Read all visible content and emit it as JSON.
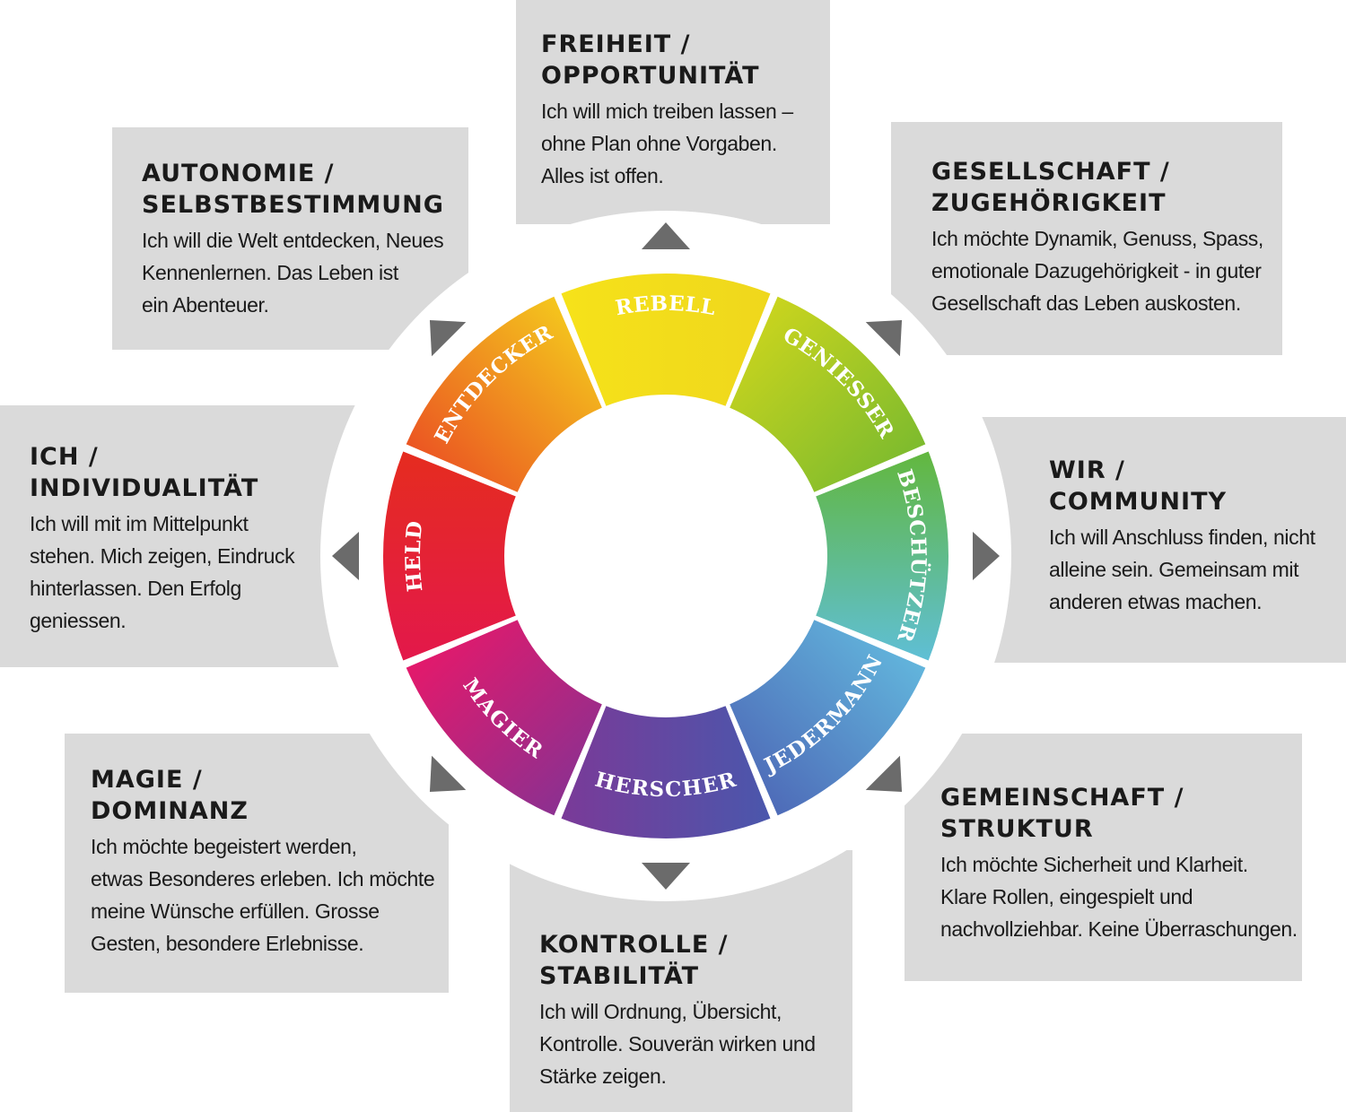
{
  "boxes": {
    "freiheit": {
      "title": [
        "FREIHEIT /",
        "OPPORTUNITÄT"
      ],
      "text": [
        "Ich will mich treiben lassen –",
        "ohne Plan ohne Vorgaben.",
        "Alles ist offen."
      ]
    },
    "autonomie": {
      "title": [
        "AUTONOMIE  /",
        "SELBSTBESTIMMUNG"
      ],
      "text": [
        "Ich will die Welt entdecken, Neues",
        "Kennenlernen. Das Leben ist",
        "ein Abenteuer."
      ]
    },
    "gesellschaft": {
      "title": [
        "GESELLSCHAFT /",
        "ZUGEHÖRIGKEIT"
      ],
      "text": [
        "Ich möchte Dynamik, Genuss, Spass,",
        "emotionale Dazugehörigkeit - in guter",
        "Gesellschaft das Leben auskosten."
      ]
    },
    "ich": {
      "title": [
        "ICH /",
        "INDIVIDUALITÄT"
      ],
      "text": [
        "Ich will mit im Mittelpunkt",
        "stehen. Mich zeigen, Eindruck",
        "hinterlassen. Den Erfolg",
        "geniessen."
      ]
    },
    "wir": {
      "title": [
        "WIR /",
        "COMMUNITY"
      ],
      "text": [
        "Ich will Anschluss finden, nicht",
        "alleine sein. Gemeinsam mit",
        "anderen etwas machen."
      ]
    },
    "magie": {
      "title": [
        "MAGIE /",
        "DOMINANZ"
      ],
      "text": [
        "Ich möchte begeistert werden,",
        "etwas Besonderes erleben. Ich möchte",
        "meine Wünsche erfüllen. Grosse",
        "Gesten, besondere Erlebnisse."
      ]
    },
    "gemeinschaft": {
      "title": [
        "GEMEINSCHAFT /",
        "STRUKTUR"
      ],
      "text": [
        "Ich möchte Sicherheit und Klarheit.",
        "Klare Rollen, eingespielt und",
        "nachvollziehbar. Keine Überraschungen."
      ]
    },
    "kontrolle": {
      "title": [
        "KONTROLLE /",
        "STABILITÄT"
      ],
      "text": [
        "Ich will Ordnung, Übersicht,",
        "Kontrolle. Souverän wirken und",
        "Stärke zeigen."
      ]
    }
  },
  "wheel": {
    "segments": [
      {
        "label": "REBELL",
        "color_start": "#f6e21a",
        "color_end": "#efd71c"
      },
      {
        "label": "GENIESSER",
        "color_start": "#c9d41e",
        "color_end": "#7dbb2e"
      },
      {
        "label": "BESCHÜTZER",
        "color_start": "#62b73e",
        "color_end": "#5fbfd6"
      },
      {
        "label": "JEDERMANN",
        "color_start": "#62b5dc",
        "color_end": "#4e6bb8"
      },
      {
        "label": "HERSCHER",
        "color_start": "#4a57ac",
        "color_end": "#7a3a98"
      },
      {
        "label": "MAGIER",
        "color_start": "#8c3090",
        "color_end": "#e4196b"
      },
      {
        "label": "HELD",
        "color_start": "#e3184b",
        "color_end": "#e52c1f"
      },
      {
        "label": "ENTDECKER",
        "color_start": "#eb5522",
        "color_end": "#f4c61d"
      }
    ],
    "ring_color": "#ffffff",
    "arrow_color": "#6b6b6b"
  }
}
